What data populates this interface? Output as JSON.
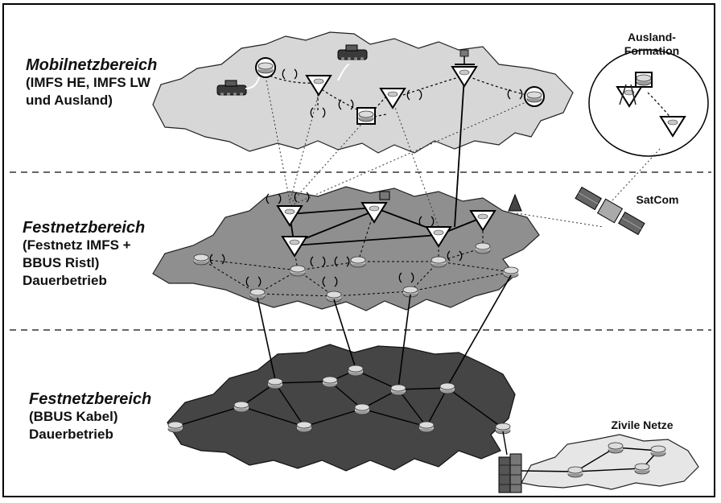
{
  "zones": {
    "mobil": {
      "title": "Mobilnetzbereich",
      "line1": "(IMFS HE, IMFS LW",
      "line2": "und Ausland)"
    },
    "festnetz_ristl": {
      "title": "Festnetzbereich",
      "line1": "(Festnetz IMFS +",
      "line2": "BBUS Ristl)",
      "line3": "Dauerbetrieb"
    },
    "festnetz_kabel": {
      "title": "Festnetzbereich",
      "line1": "(BBUS Kabel)",
      "line2": "Dauerbetrieb"
    }
  },
  "callouts": {
    "ausland_line1": "Ausland-",
    "ausland_line2": "Formation",
    "satcom": "SatCom",
    "zivile": "Zivile Netze"
  },
  "colors": {
    "mobil_map": "#d7d7d7",
    "ristl_map": "#8f8f8f",
    "kabel_map": "#454545",
    "zivile_map": "#e6e6e6",
    "router": "#c4c4c4",
    "line": "#111111"
  }
}
